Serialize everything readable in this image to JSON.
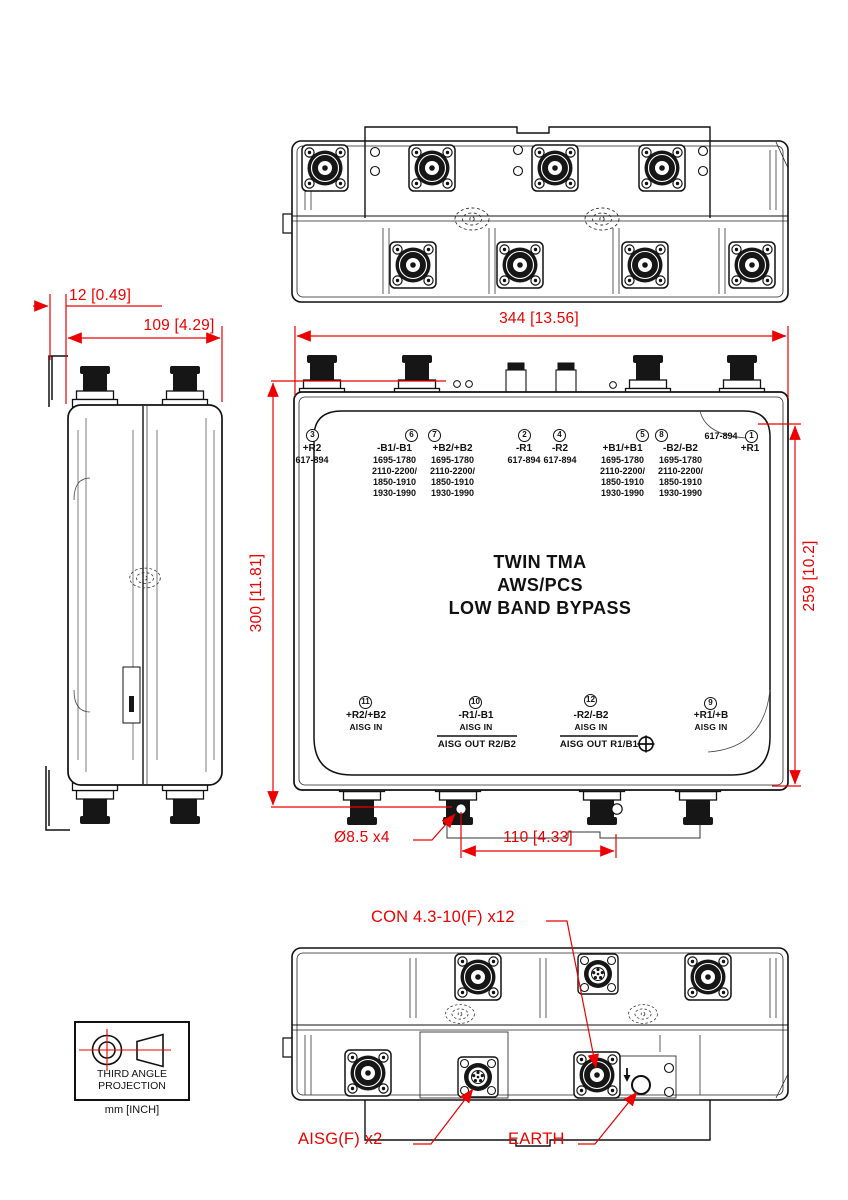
{
  "colors": {
    "accent_red": "#ec0000",
    "ink": "#111111"
  },
  "dims": {
    "mounting_offset": "12 [0.49]",
    "depth": "109 [4.29]",
    "width": "344 [13.56]",
    "height_overall": "300 [11.81]",
    "body_height": "259 [10.2]",
    "mounting_holes": "Ø8.5 x4",
    "hole_spacing": "110 [4.33]"
  },
  "front": {
    "title": [
      "TWIN TMA",
      "AWS/PCS",
      "LOW BAND BYPASS"
    ],
    "top_ports": [
      {
        "num": "3",
        "name": "+R2",
        "f": [
          "617-894"
        ]
      },
      {
        "num": "6",
        "name": "-B1/-B1",
        "f": [
          "1695-1780",
          "2110-2200/",
          "1850-1910",
          "1930-1990"
        ]
      },
      {
        "num": "7",
        "name": "+B2/+B2",
        "f": [
          "1695-1780",
          "2110-2200/",
          "1850-1910",
          "1930-1990"
        ]
      },
      {
        "num": "2",
        "name": "-R1",
        "f": [
          "617-894"
        ]
      },
      {
        "num": "4",
        "name": "-R2",
        "f": [
          "617-894"
        ]
      },
      {
        "num": "5",
        "name": "+B1/+B1",
        "f": [
          "1695-1780",
          "2110-2200/",
          "1850-1910",
          "1930-1990"
        ]
      },
      {
        "num": "8",
        "name": "-B2/-B2",
        "f": [
          "1695-1780",
          "2110-2200/",
          "1850-1910",
          "1930-1990"
        ]
      },
      {
        "num": "1",
        "name": "+R1",
        "pre": "617-894"
      }
    ],
    "bottom_ports": [
      {
        "num": "11",
        "name": "+R2/+B2",
        "sub": "AISG IN"
      },
      {
        "num": "10",
        "name": "-R1/-B1",
        "sub": "AISG IN"
      },
      {
        "num": "12",
        "name": "-R2/-B2",
        "sub": "AISG IN"
      },
      {
        "num": "9",
        "name": "+R1/+B",
        "sub": "AISG IN"
      }
    ],
    "aisg_out_left": "AISG OUT R2/B2",
    "aisg_out_right": "AISG OUT R1/B1"
  },
  "callouts": {
    "con": "CON 4.3-10(F) x12",
    "aisg": "AISG(F) x2",
    "earth": "EARTH"
  },
  "projection": {
    "line1": "THIRD ANGLE",
    "line2": "PROJECTION",
    "units": "mm [INCH]"
  }
}
